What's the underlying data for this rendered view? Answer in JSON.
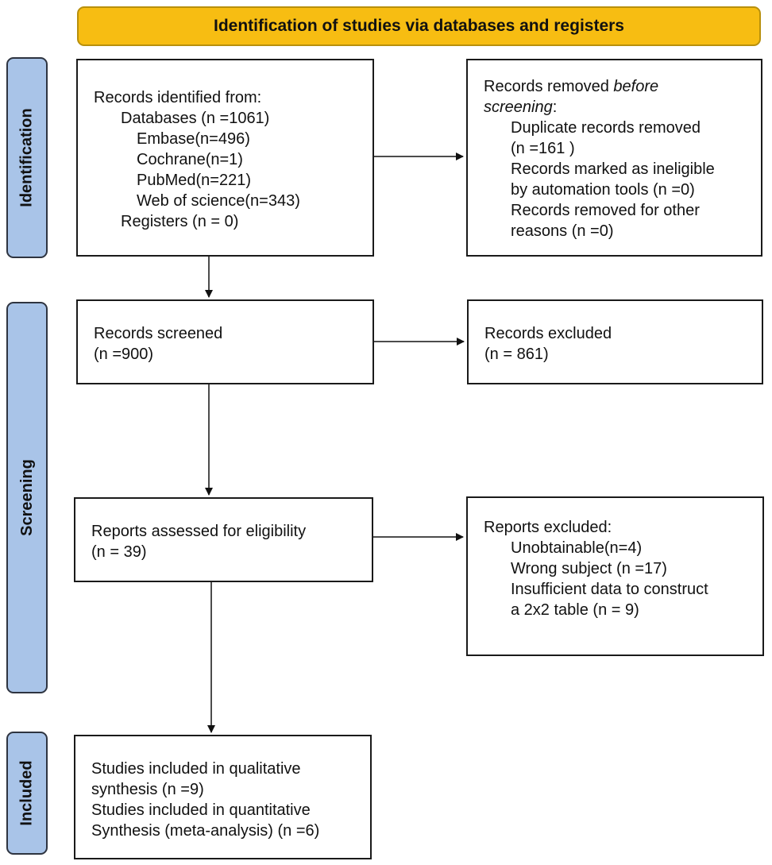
{
  "header": {
    "title": "Identification of studies via databases and registers"
  },
  "phases": {
    "identification": "Identification",
    "screening": "Screening",
    "included": "Included"
  },
  "boxes": {
    "records_identified": {
      "heading": "Records identified from:",
      "databases": "Databases (n =1061)",
      "embase": "Embase(n=496)",
      "cochrane": "Cochrane(n=1)",
      "pubmed": "PubMed(n=221)",
      "wos": "Web of science(n=343)",
      "registers": "Registers (n = 0)"
    },
    "records_removed": {
      "heading_prefix": "Records removed ",
      "heading_emph_1": "before",
      "heading_emph_2": "screening",
      "heading_suffix": ":",
      "line1": "Duplicate records removed",
      "line2": "(n =161 )",
      "line3": "Records marked as ineligible",
      "line4": "by automation tools (n =0)",
      "line5": "Records removed for other",
      "line6": "reasons (n =0)"
    },
    "records_screened": {
      "line1": "Records screened",
      "line2": "(n =900)"
    },
    "records_excluded": {
      "line1": "Records excluded",
      "line2": "(n = 861)"
    },
    "reports_assessed": {
      "line1": "Reports assessed for eligibility",
      "line2": "(n = 39)"
    },
    "reports_excluded": {
      "heading": "Reports excluded:",
      "line1": "Unobtainable(n=4)",
      "line2": "Wrong subject (n =17)",
      "line3": "Insufficient data to construct",
      "line4": "a 2x2 table (n = 9)"
    },
    "included": {
      "line1": "Studies included in qualitative",
      "line2": "synthesis (n =9)",
      "line3": "Studies included in quantitative",
      "line4": "Synthesis (meta-analysis) (n =6)"
    }
  },
  "colors": {
    "header_fill": "#f7bd12",
    "phase_fill": "#a9c4e8",
    "border": "#1a1a1a"
  }
}
